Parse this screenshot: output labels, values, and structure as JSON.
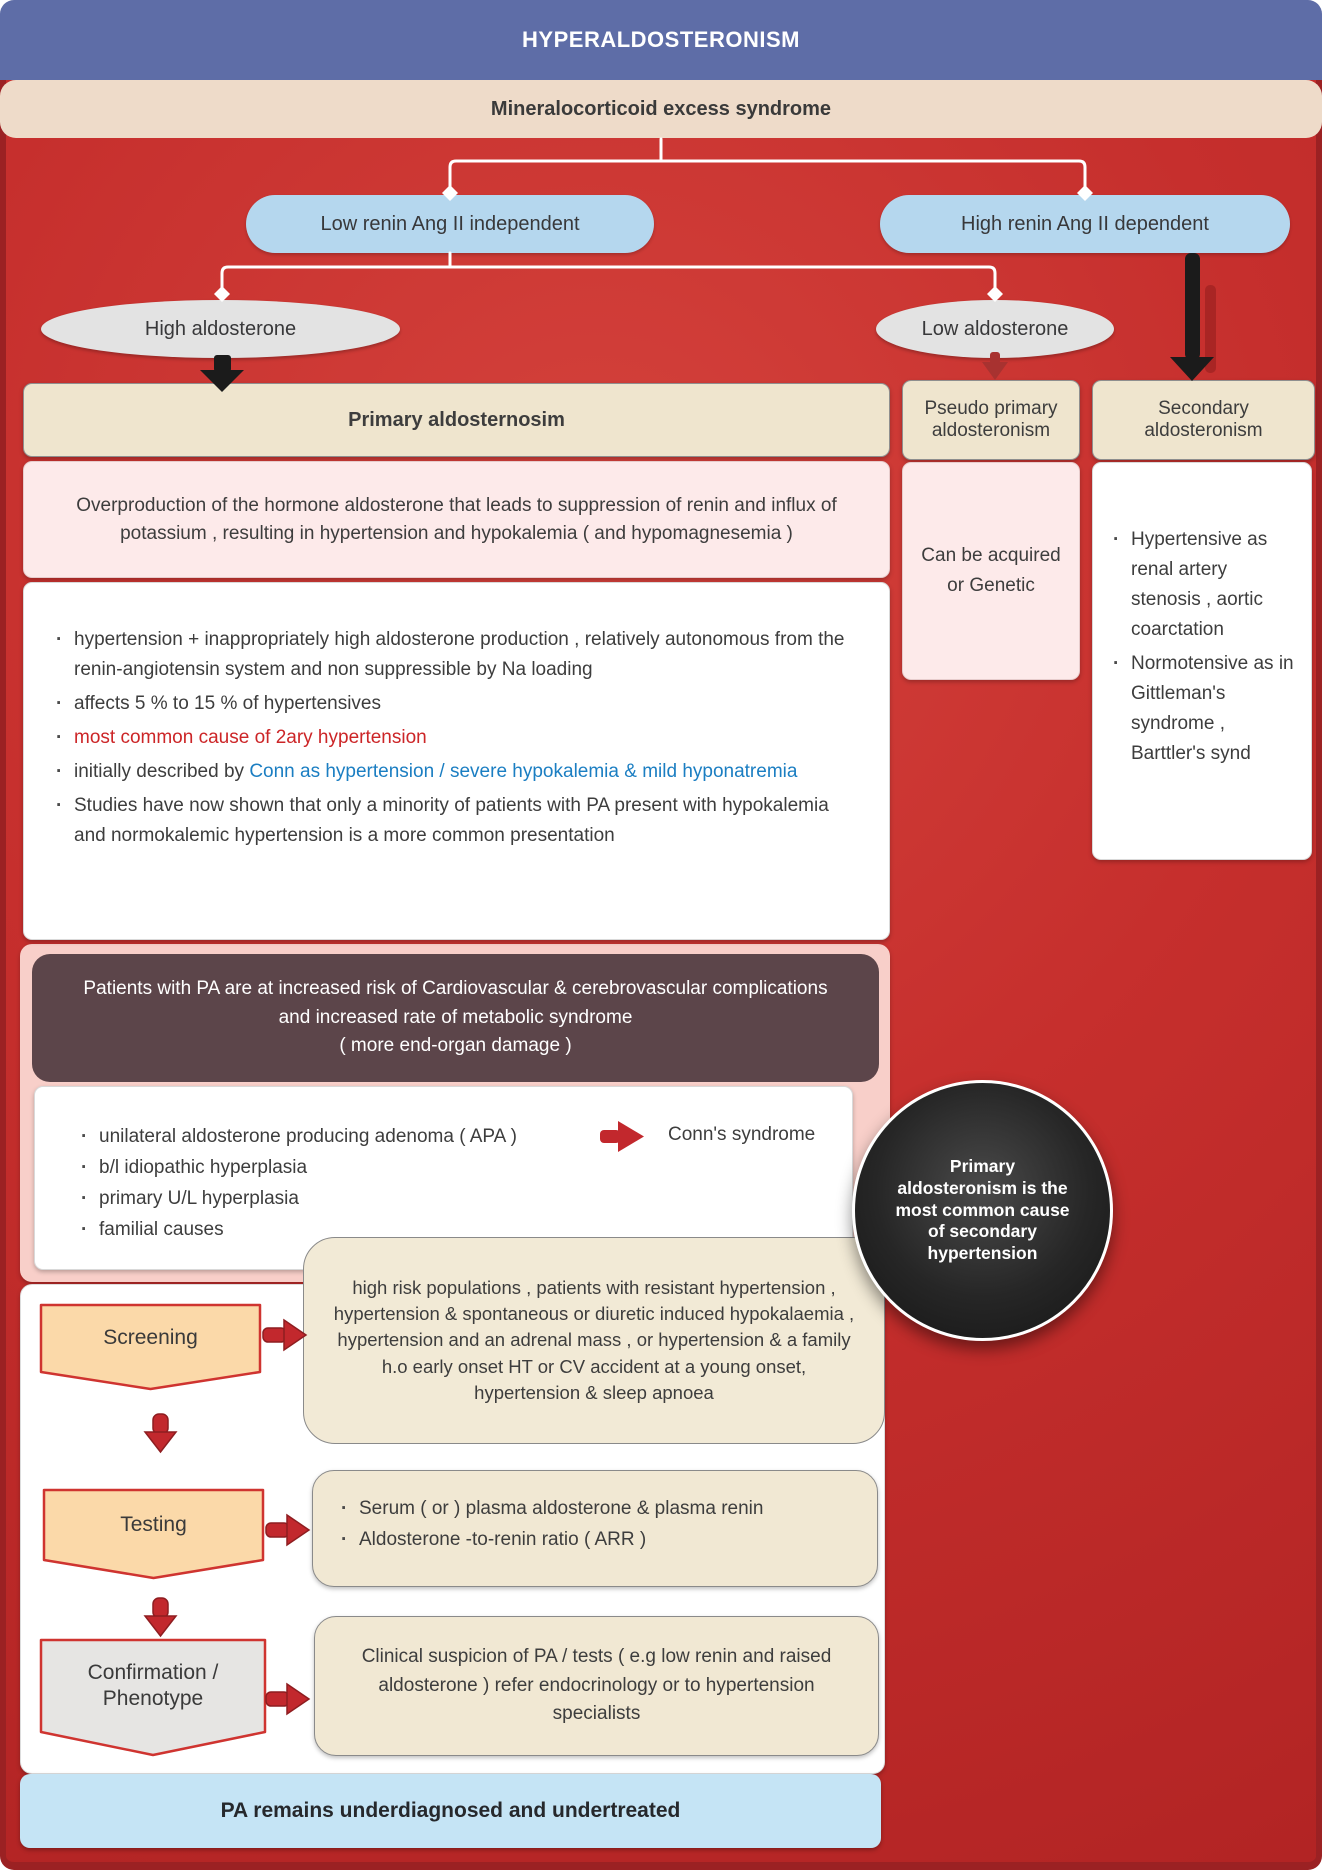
{
  "header": {
    "title": "HYPERALDOSTERONISM",
    "subtitle": "Mineralocorticoid excess syndrome"
  },
  "tree": {
    "low_renin": "Low renin Ang II independent",
    "high_renin": "High renin Ang II dependent",
    "high_aldosterone": "High aldosterone",
    "low_aldosterone": "Low aldosterone"
  },
  "primary": {
    "title": "Primary aldosternosim",
    "definition": "Overproduction of the hormone aldosterone that leads to suppression of renin and influx of potassium , resulting in hypertension and hypokalemia ( and hypomagnesemia )",
    "features": [
      {
        "text": "hypertension + inappropriately high aldosterone production , relatively autonomous from the renin-angiotensin system and non suppressible by Na loading"
      },
      {
        "text": "affects 5 % to 15 % of hypertensives"
      },
      {
        "text": "most common cause of 2ary hypertension"
      },
      {
        "prefix": "initially described by ",
        "highlight": "Conn as hypertension / severe hypokalemia & mild hyponatremia"
      },
      {
        "text": "Studies have now shown that only a minority of patients with PA present with hypokalemia and normokalemic hypertension is a more common presentation"
      }
    ],
    "risk_note_line1": "Patients with PA are at increased risk of Cardiovascular & cerebrovascular complications and increased rate of metabolic syndrome",
    "risk_note_line2": "( more end-organ damage )",
    "causes": [
      "unilateral aldosterone producing adenoma ( APA )",
      "b/l idiopathic hyperplasia",
      "primary U/L hyperplasia",
      "familial causes"
    ],
    "conns": "Conn's syndrome"
  },
  "pseudo": {
    "title": "Pseudo primary aldosteronism",
    "body": "Can be acquired or Genetic"
  },
  "secondary": {
    "title": "Secondary aldosteronism",
    "items": [
      "Hypertensive as renal artery stenosis , aortic coarctation",
      "Normotensive as in Gittleman's syndrome , Barttler's synd"
    ]
  },
  "note_circle": "Primary aldosteronism is the most common cause of secondary hypertension",
  "flow": {
    "screening_label": "Screening",
    "screening_text": "high risk populations , patients with resistant hypertension , hypertension & spontaneous or diuretic induced hypokalaemia , hypertension and an adrenal mass , or hypertension & a family h.o early onset HT or CV accident at a young onset, hypertension & sleep apnoea",
    "testing_label": "Testing",
    "testing_items": [
      "Serum ( or ) plasma aldosterone & plasma renin",
      "Aldosterone -to-renin ratio ( ARR )"
    ],
    "confirmation_label": "Confirmation / Phenotype",
    "confirmation_text": "Clinical suspicion of PA / tests ( e.g low renin and raised aldosterone ) refer endocrinology  or to hypertension specialists"
  },
  "footer": "PA remains underdiagnosed and undertreated",
  "colors": {
    "banner_blue": "#5e6da7",
    "banner_beige": "#eedbc9",
    "body_red": "#c62f2d",
    "body_red_border": "#9b2123",
    "bubble_blue": "#b5d7ee",
    "ellipse_gray": "#e3e3e3",
    "header_beige": "#efe5ce",
    "pink_light": "#fdeaea",
    "pink_container": "#f8cfc9",
    "dark_note": "#5c454a",
    "flow_beige": "#f1e8d3",
    "pentagon_peach": "#fbd9a9",
    "pentagon_gray": "#e6e5e3",
    "accent_red": "#c2282d",
    "text_blue": "#1b7ec2",
    "footer_blue": "#c5e4f5"
  }
}
